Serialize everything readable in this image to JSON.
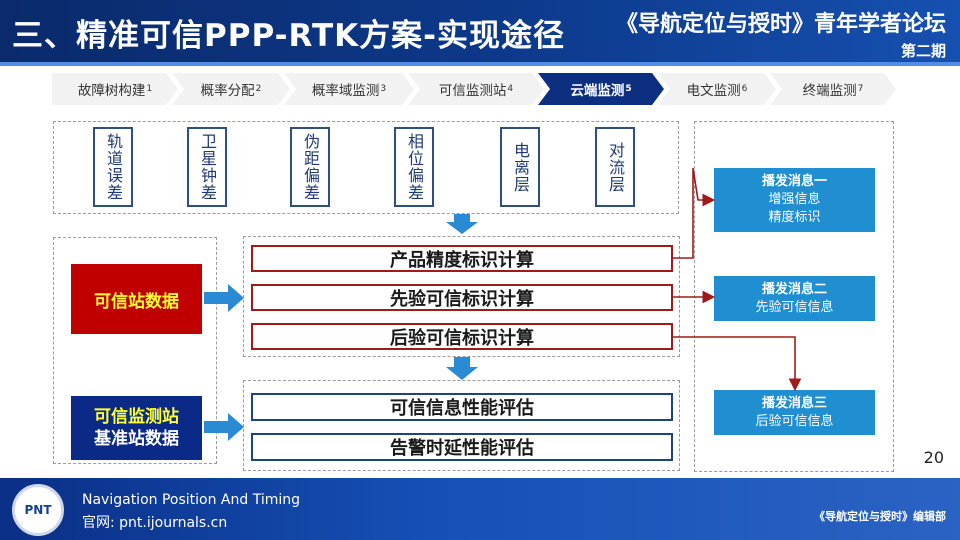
{
  "header": {
    "title": "三、精准可信PPP-RTK方案-实现途径",
    "forum": "《导航定位与授时》青年学者论坛",
    "period": "第二期"
  },
  "tabs": [
    {
      "label": "故障树构建",
      "sup": "1"
    },
    {
      "label": "概率分配",
      "sup": "2"
    },
    {
      "label": "概率域监测",
      "sup": "3"
    },
    {
      "label": "可信监测站",
      "sup": "4"
    },
    {
      "label": "云端监测",
      "sup": "5",
      "active": true
    },
    {
      "label": "电文监测",
      "sup": "6"
    },
    {
      "label": "终端监测",
      "sup": "7"
    }
  ],
  "error_sources": [
    "轨道误差",
    "卫星钟差",
    "伪距偏差",
    "相位偏差",
    "电离层",
    "对流层"
  ],
  "calculations": [
    "产品精度标识计算",
    "先验可信标识计算",
    "后验可信标识计算"
  ],
  "evaluations": [
    "可信信息性能评估",
    "告警时延性能评估"
  ],
  "sources": {
    "trusted_station": "可信站数据",
    "monitor_station_line1": "可信监测站",
    "monitor_station_line2": "基准站数据"
  },
  "messages": [
    {
      "title": "播发消息一",
      "line1": "增强信息",
      "line2": "精度标识"
    },
    {
      "title": "播发消息二",
      "line1": "先验可信信息"
    },
    {
      "title": "播发消息三",
      "line1": "后验可信信息"
    }
  ],
  "page_number": "20",
  "footer": {
    "logo_text": "PNT",
    "line1": "Navigation Position And Timing",
    "line2": "官网: pnt.ijournals.cn",
    "right": "《导航定位与授时》编辑部"
  },
  "colors": {
    "header_bg": "#0d3a8c",
    "active_tab": "#0d2f80",
    "calc_border": "#a11a1a",
    "eval_border": "#1e4383",
    "trusted_station_bg": "#c00000",
    "monitor_station_bg": "#0b2a88",
    "message_bg": "#1f8fd1",
    "arrow_blue": "#2a8ad4",
    "connector_red": "#a11a1a"
  }
}
